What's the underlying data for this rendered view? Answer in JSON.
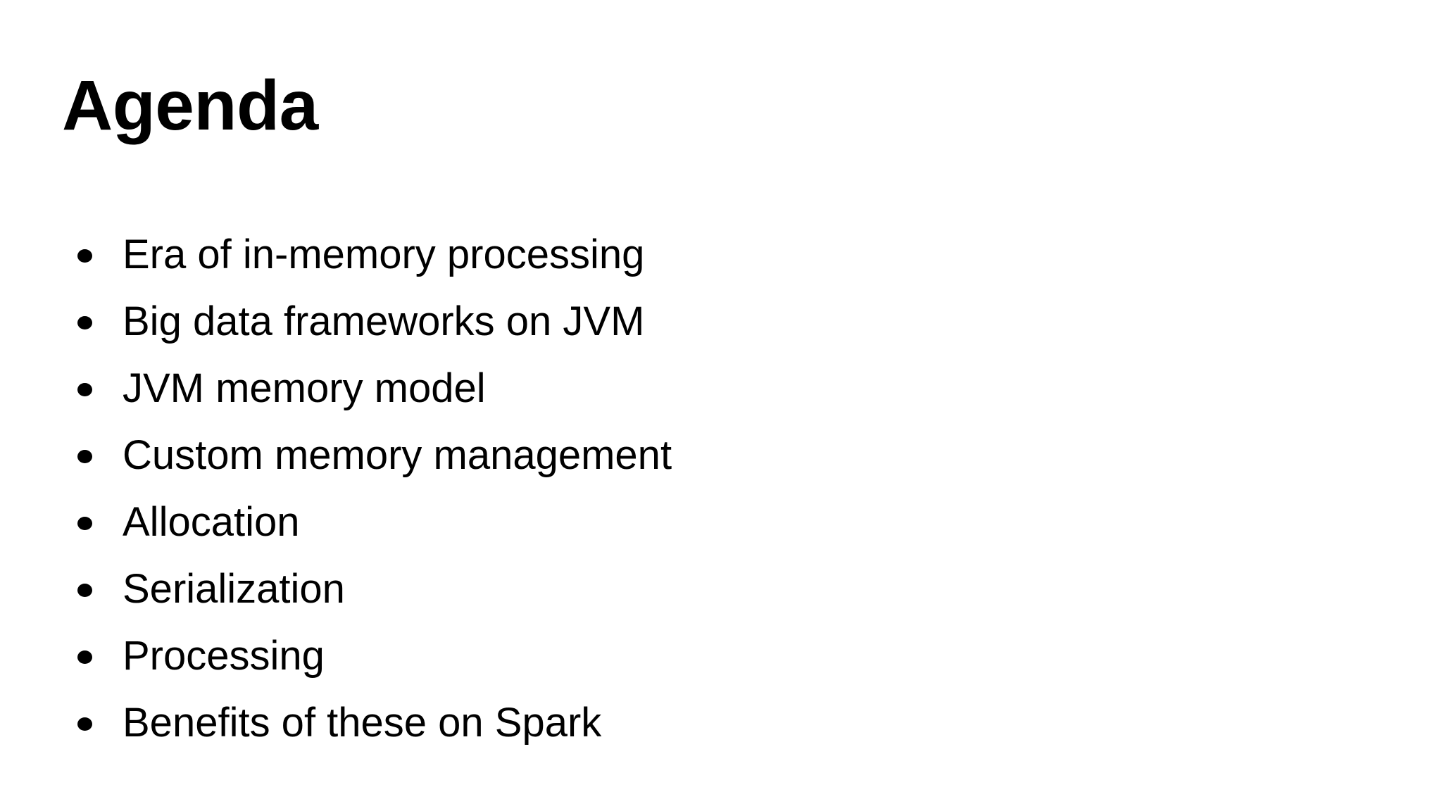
{
  "slide": {
    "title": "Agenda",
    "background_color": "#ffffff",
    "text_color": "#000000",
    "bullet_glyph": "filled-circle",
    "items": [
      {
        "label": "Era of in-memory processing"
      },
      {
        "label": "Big data frameworks on JVM"
      },
      {
        "label": "JVM memory model"
      },
      {
        "label": "Custom memory management"
      },
      {
        "label": "Allocation"
      },
      {
        "label": "Serialization"
      },
      {
        "label": "Processing"
      },
      {
        "label": "Benefits of these on Spark"
      }
    ]
  }
}
